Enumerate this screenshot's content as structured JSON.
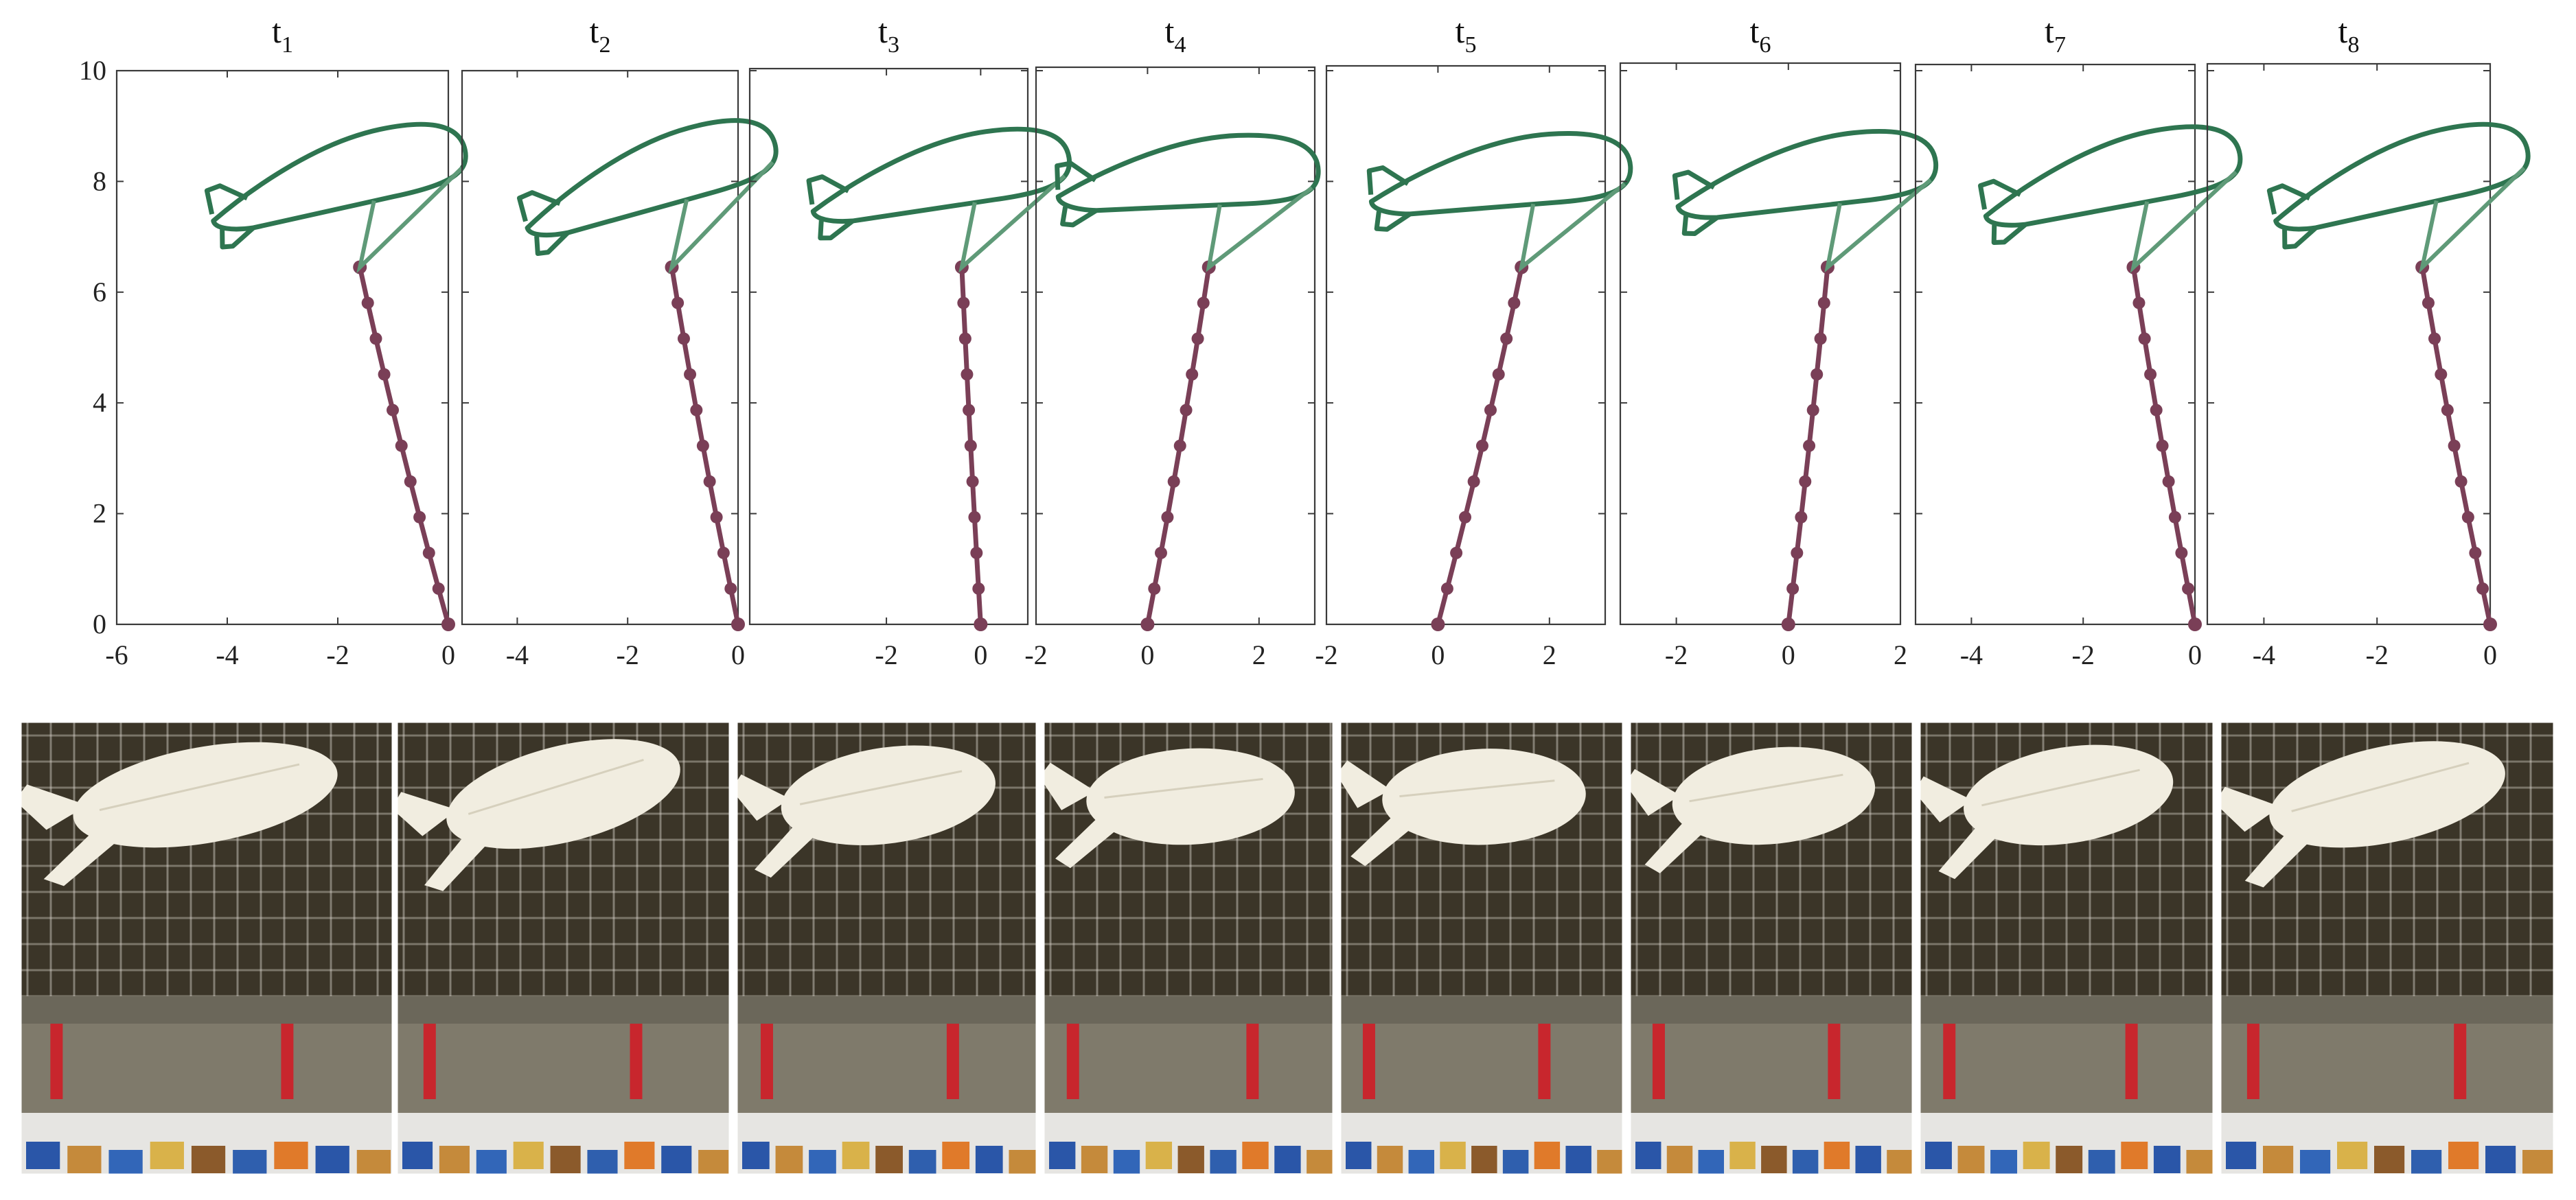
{
  "figure": {
    "y_ticks": [
      "0",
      "2",
      "4",
      "6",
      "8",
      "10"
    ],
    "colors": {
      "airship": "#2e7550",
      "airship_light": "#5f9a78",
      "tether": "#7a3f57",
      "frame": "#3a3a3a",
      "photo_wall": "#3b3528",
      "photo_trusses": "#d9d6cc",
      "photo_airship": "#f1ede0",
      "photo_banner": "#c8262d"
    },
    "time_label_base": "t",
    "panels": [
      {
        "sub": "1",
        "x_ticks": [
          "-6",
          "-4",
          "-2",
          "0"
        ],
        "xlim": [
          -6,
          0
        ],
        "anchor_x": 0.0,
        "top_x": -1.6,
        "tilt_deg": -12
      },
      {
        "sub": "2",
        "x_ticks": [
          "-4",
          "-2",
          "0"
        ],
        "xlim": [
          -5,
          0
        ],
        "anchor_x": 0.0,
        "top_x": -1.2,
        "tilt_deg": -15
      },
      {
        "sub": "3",
        "x_ticks": [
          "-2",
          "0"
        ],
        "xlim": [
          -4.9,
          1
        ],
        "anchor_x": 0.0,
        "top_x": -0.4,
        "tilt_deg": -8
      },
      {
        "sub": "4",
        "x_ticks": [
          "-2",
          "0",
          "2"
        ],
        "xlim": [
          -2,
          3
        ],
        "anchor_x": 0.0,
        "top_x": 1.1,
        "tilt_deg": -2
      },
      {
        "sub": "5",
        "x_ticks": [
          "-2",
          "0",
          "2"
        ],
        "xlim": [
          -2,
          3
        ],
        "anchor_x": 0.0,
        "top_x": 1.5,
        "tilt_deg": -4
      },
      {
        "sub": "6",
        "x_ticks": [
          "-2",
          "0",
          "2"
        ],
        "xlim": [
          -3,
          2
        ],
        "anchor_x": 0.0,
        "top_x": 0.7,
        "tilt_deg": -6
      },
      {
        "sub": "7",
        "x_ticks": [
          "-4",
          "-2",
          "0"
        ],
        "xlim": [
          -5,
          0
        ],
        "anchor_x": 0.0,
        "top_x": -1.1,
        "tilt_deg": -10
      },
      {
        "sub": "8",
        "x_ticks": [
          "-4",
          "-2",
          "0"
        ],
        "xlim": [
          -5,
          0
        ],
        "anchor_x": 0.0,
        "top_x": -1.2,
        "tilt_deg": -12
      }
    ],
    "photos": [
      {
        "airship_tilt_deg": -10
      },
      {
        "airship_tilt_deg": -14
      },
      {
        "airship_tilt_deg": -8
      },
      {
        "airship_tilt_deg": -3
      },
      {
        "airship_tilt_deg": -2
      },
      {
        "airship_tilt_deg": -6
      },
      {
        "airship_tilt_deg": -9
      },
      {
        "airship_tilt_deg": -12
      }
    ]
  }
}
